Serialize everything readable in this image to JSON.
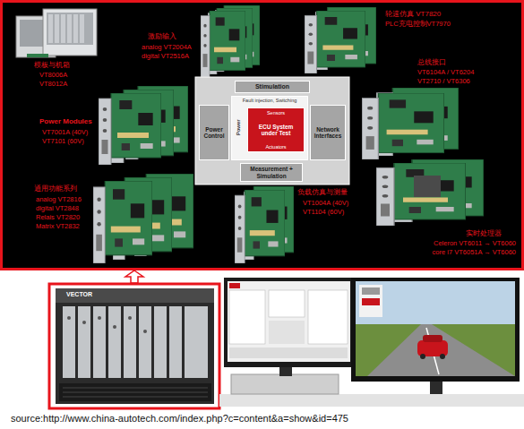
{
  "diagram": {
    "caption": "source:http://www.china-autotech.com/index.php?c=content&a=show&id=475",
    "nodes": [
      {
        "text": [
          "Stimulation"
        ]
      },
      {
        "text": [
          "Power Control"
        ]
      },
      {
        "text": [
          "Fault injection, Switching"
        ]
      },
      {
        "text": [
          "Sensors",
          "ECU System under Test",
          "Actuators"
        ],
        "in": 2
      },
      {
        "text": [
          "Network Interfaces"
        ]
      },
      {
        "text": [
          "Measurement + Simulation"
        ]
      }
    ],
    "labels": [
      "模板与机箱",
      "VT8006A",
      "VT8012A",
      "激励输入",
      "analog VT2004A",
      "digital VT2516A",
      "轮速仿真 VT7820",
      "PLC充电控制VT7970",
      "总线接口",
      "VT6104A / VT6204",
      "VT2710 / VT6306",
      "Power Modules",
      "VT7001A (40V)",
      "VT7101 (60V)",
      "通用功能系列",
      "analog VT2816",
      "digital VT2848",
      "Relais VT2820",
      "Matrix VT2832",
      "负载仿真与测量",
      "VT1004A (40V)",
      "VT1104 (60V)",
      "实时处理器",
      "Celeron VT6011 → VT6060",
      "core i7 VT6051A → VT6060",
      "Power",
      "VECTOR"
    ]
  }
}
